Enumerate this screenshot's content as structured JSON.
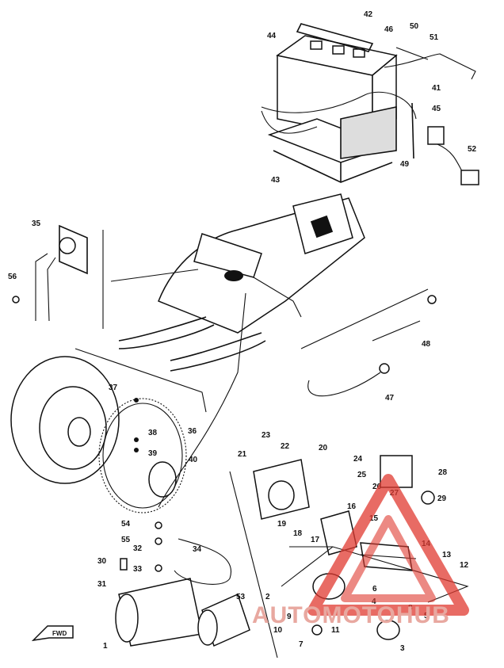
{
  "callouts": [
    {
      "id": "c1",
      "text": "1"
    },
    {
      "id": "c2",
      "text": "2"
    },
    {
      "id": "c3",
      "text": "3"
    },
    {
      "id": "c4",
      "text": "4"
    },
    {
      "id": "c5",
      "text": "5"
    },
    {
      "id": "c6",
      "text": "6"
    },
    {
      "id": "c7",
      "text": "7"
    },
    {
      "id": "c8",
      "text": "8"
    },
    {
      "id": "c9",
      "text": "9"
    },
    {
      "id": "c10",
      "text": "10"
    },
    {
      "id": "c11",
      "text": "11"
    },
    {
      "id": "c12",
      "text": "12"
    },
    {
      "id": "c13",
      "text": "13"
    },
    {
      "id": "c14",
      "text": "14"
    },
    {
      "id": "c15",
      "text": "15"
    },
    {
      "id": "c16",
      "text": "16"
    },
    {
      "id": "c17",
      "text": "17"
    },
    {
      "id": "c18",
      "text": "18"
    },
    {
      "id": "c19",
      "text": "19"
    },
    {
      "id": "c20",
      "text": "20"
    },
    {
      "id": "c21",
      "text": "21"
    },
    {
      "id": "c22",
      "text": "22"
    },
    {
      "id": "c23",
      "text": "23"
    },
    {
      "id": "c24",
      "text": "24"
    },
    {
      "id": "c25",
      "text": "25"
    },
    {
      "id": "c26",
      "text": "26"
    },
    {
      "id": "c27",
      "text": "27"
    },
    {
      "id": "c28",
      "text": "28"
    },
    {
      "id": "c29",
      "text": "29"
    },
    {
      "id": "c30",
      "text": "30"
    },
    {
      "id": "c31",
      "text": "31"
    },
    {
      "id": "c32",
      "text": "32"
    },
    {
      "id": "c33",
      "text": "33"
    },
    {
      "id": "c34",
      "text": "34"
    },
    {
      "id": "c35",
      "text": "35"
    },
    {
      "id": "c36",
      "text": "36"
    },
    {
      "id": "c37",
      "text": "37"
    },
    {
      "id": "c38",
      "text": "38"
    },
    {
      "id": "c39",
      "text": "39"
    },
    {
      "id": "c40",
      "text": "40"
    },
    {
      "id": "c41",
      "text": "41"
    },
    {
      "id": "c42",
      "text": "42"
    },
    {
      "id": "c43",
      "text": "43"
    },
    {
      "id": "c44",
      "text": "44"
    },
    {
      "id": "c45",
      "text": "45"
    },
    {
      "id": "c46",
      "text": "46"
    },
    {
      "id": "c47",
      "text": "47"
    },
    {
      "id": "c48",
      "text": "48"
    },
    {
      "id": "c49",
      "text": "49"
    },
    {
      "id": "c50",
      "text": "50"
    },
    {
      "id": "c51",
      "text": "51"
    },
    {
      "id": "c52",
      "text": "52"
    },
    {
      "id": "c53",
      "text": "53"
    },
    {
      "id": "c54",
      "text": "54"
    },
    {
      "id": "c55",
      "text": "55"
    },
    {
      "id": "c56",
      "text": "56"
    }
  ],
  "fwd_arrow_label": "FWD",
  "watermark": {
    "text": "AUTOMOTOHUB",
    "color": "#e8a8a0",
    "logo_color": "#e03a30"
  }
}
